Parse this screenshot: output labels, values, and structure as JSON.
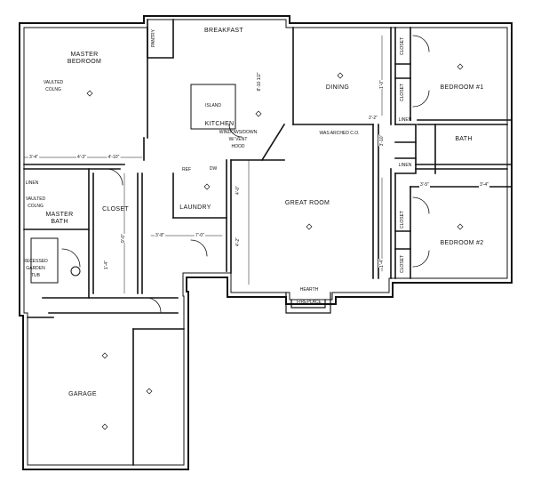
{
  "rooms": {
    "master_bedroom": "MASTER\nBEDROOM",
    "breakfast": "BREAKFAST",
    "pantry": "PANTRY",
    "kitchen": "KITCHEN",
    "island": "ISLAND",
    "dining": "DINING",
    "bedroom1": "BEDROOM #1",
    "bedroom2": "BEDROOM #2",
    "bath": "BATH",
    "great_room": "GREAT ROOM",
    "laundry": "LAUNDRY",
    "closet_master": "CLOSET",
    "master_bath": "MASTER\nBATH",
    "garage": "GARAGE",
    "closet_b1a": "CLOSET",
    "closet_b1b": "CLOSET",
    "closet_b2a": "CLOSET",
    "closet_b2b": "CLOSET",
    "linen1": "LINEN",
    "linen2": "LINEN",
    "linen3": "LINEN",
    "hearth": "HEARTH",
    "fireplace": "FIREPLACE",
    "recessed_tub": "RECESSED\nGARDEN\nTUB"
  },
  "notes": {
    "vaulted1": "VAULTED\nCOLNG",
    "vaulted2": "VAULTED\nCOLNG",
    "arched": "WAS ARCHED C.O.",
    "window_hood": "WINDOWS/DOWN\nW/ VENT\nHOOD",
    "ref": "REF",
    "dw": "DW"
  },
  "dimensions": {
    "d1": "3'-4\"",
    "d2": "4'-3\"",
    "d3": "4'-10\"",
    "d4": "8'-10 1/2\"",
    "d5": "9'-0\"",
    "d6": "2'-2\"",
    "d7": "3'-8\"",
    "d8": "7'-0\"",
    "d9": "1'-0\"",
    "d10": "3'-10\"",
    "d11": "1'-4\"",
    "d12": "3'-5\"",
    "d13": "4'-2\"",
    "d14": "4'-0\"",
    "d15": "1'-4\"",
    "d16": "3'-4\""
  }
}
